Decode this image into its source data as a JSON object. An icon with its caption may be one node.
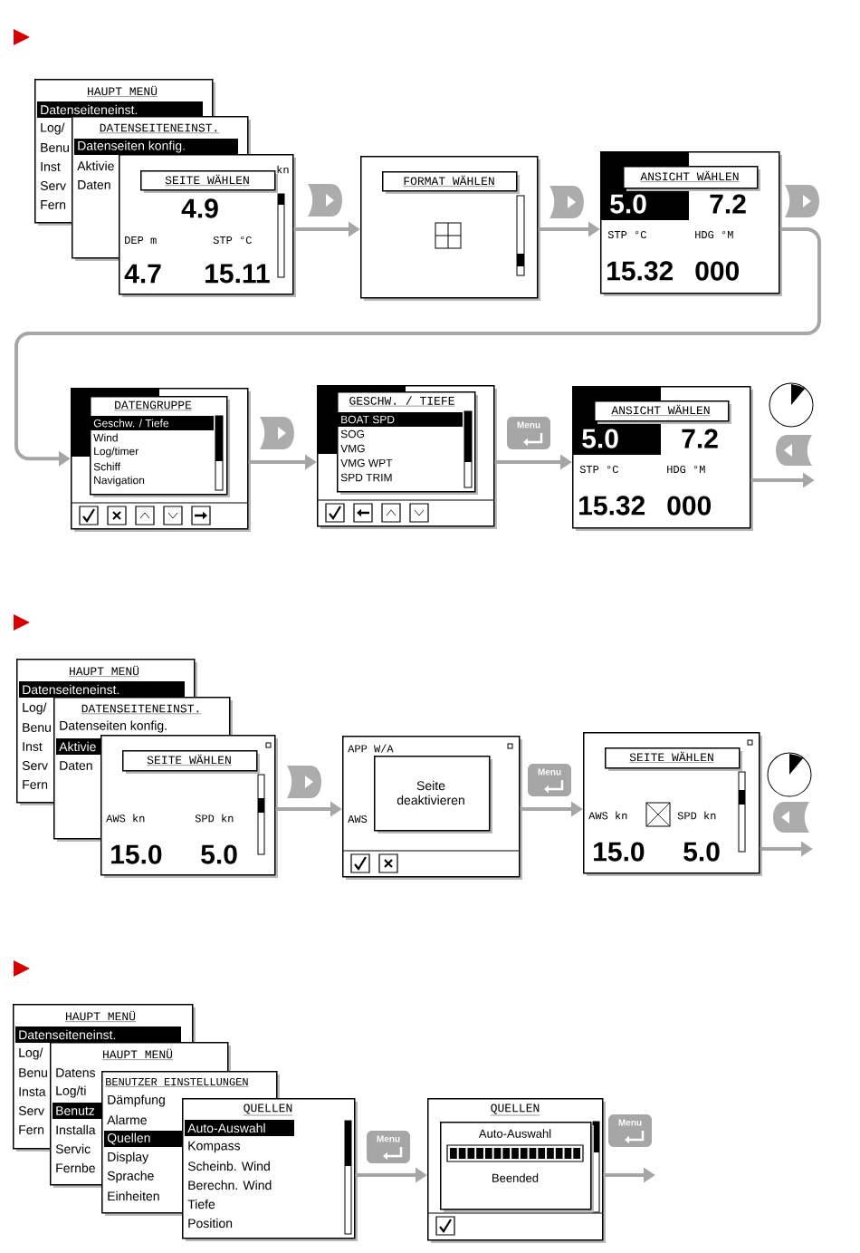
{
  "diagram": {
    "nodes": [
      {
        "text": [
          "HAUPT MENÜ",
          "Datenseiteneinst.",
          "Log/",
          "Benu",
          "Inst",
          "Serv",
          "Fern"
        ]
      },
      {
        "text": [
          "DATENSEITENEINST.",
          "Datenseiten konfig.",
          "Aktivie",
          "Daten"
        ]
      },
      {
        "text": [
          "kn",
          "4.9",
          "DEP m",
          "STP °C",
          "4.7",
          "15.11"
        ]
      },
      {
        "text": [
          "SEITE WÄHLEN"
        ],
        "in": 2
      },
      {
        "text": [],
        "shape": "box"
      },
      {
        "text": [
          "FORMAT WÄHLEN"
        ],
        "in": 4
      },
      {
        "text": [
          "5.0",
          "7.2",
          "STP °C",
          "HDG °M",
          "15.32",
          "000"
        ]
      },
      {
        "text": [
          "ANSICHT WÄHLEN"
        ],
        "in": 6
      },
      {
        "text": [],
        "shape": "box"
      },
      {
        "text": [
          "DATENGRUPPE",
          "Geschw. / Tiefe",
          "Wind",
          "Log/timer",
          "Schiff",
          "Navigation"
        ],
        "in": 8
      },
      {
        "text": [],
        "shape": "box"
      },
      {
        "text": [
          "GESCHW. / TIEFE",
          "BOAT SPD",
          "SOG",
          "VMG",
          "VMG WPT",
          "SPD TRIM"
        ],
        "in": 10
      },
      {
        "text": [
          "5.0",
          "7.2",
          "STP °C",
          "HDG °M",
          "15.32",
          "000"
        ]
      },
      {
        "text": [
          "ANSICHT WÄHLEN"
        ],
        "in": 12
      },
      {
        "text": [
          "HAUPT MENÜ",
          "Datenseiteneinst.",
          "Log/",
          "Benu",
          "Inst",
          "Serv",
          "Fern"
        ]
      },
      {
        "text": [
          "DATENSEITENEINST.",
          "Datenseiten konfig.",
          "Aktivie",
          "Daten"
        ]
      },
      {
        "text": [
          "AWS kn",
          "SPD kn",
          "15.0",
          "5.0"
        ]
      },
      {
        "text": [
          "SEITE WÄHLEN"
        ],
        "in": 16
      },
      {
        "text": [
          "APP W/A",
          "AWS"
        ]
      },
      {
        "text": [
          "Seite deaktivieren"
        ],
        "in": 18
      },
      {
        "text": [
          "AWS kn",
          "SPD kn",
          "15.0",
          "5.0"
        ]
      },
      {
        "text": [
          "SEITE WÄHLEN"
        ],
        "in": 20
      },
      {
        "text": [
          "HAUPT MENÜ",
          "Datenseiteneinst.",
          "Log/",
          "Benu",
          "Insta",
          "Serv",
          "Fern"
        ]
      },
      {
        "text": [
          "HAUPT MENÜ",
          "Datens",
          "Log/ti",
          "Benutz",
          "Installa",
          "Servic",
          "Fernbe"
        ]
      },
      {
        "text": [
          "BENUTZER EINSTELLUNGEN",
          "Dämpfung",
          "Alarme",
          "Quellen",
          "Display",
          "Sprache",
          "Einheiten"
        ]
      },
      {
        "text": [
          "QUELLEN",
          "Auto-Auswahl",
          "Kompass",
          "Scheinb. Wind",
          "Berechn. Wind",
          "Tiefe",
          "Position"
        ]
      },
      {
        "text": [
          "QUELLEN"
        ]
      },
      {
        "text": [
          "Auto-Auswahl",
          "Beended"
        ],
        "in": 26
      }
    ],
    "edges": [
      {
        "from": 2,
        "to": 4,
        "arrow": "to"
      },
      {
        "from": 4,
        "to": 6,
        "arrow": "to"
      },
      {
        "from": 6,
        "to": 8,
        "arrow": "to"
      },
      {
        "from": 8,
        "to": 10,
        "arrow": "to"
      },
      {
        "from": 10,
        "to": 12,
        "arrow": "to"
      },
      {
        "from": 12,
        "to": null,
        "arrow": "to"
      },
      {
        "from": 16,
        "to": 18,
        "arrow": "to"
      },
      {
        "from": 18,
        "to": 20,
        "arrow": "to"
      },
      {
        "from": 20,
        "to": null,
        "arrow": "to"
      },
      {
        "from": 25,
        "to": 26,
        "arrow": "to"
      },
      {
        "from": 26,
        "to": null,
        "arrow": "to"
      }
    ],
    "labels": [
      "Menu",
      "Menu",
      "Menu",
      "Menu"
    ]
  }
}
